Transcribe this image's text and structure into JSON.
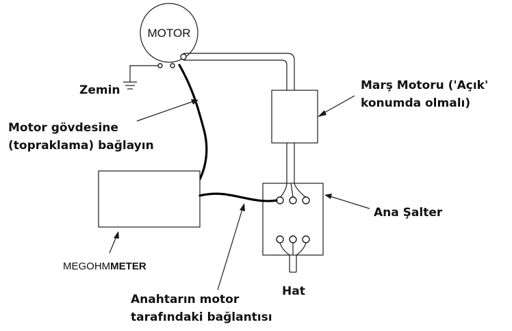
{
  "labels": {
    "motor": "MOTOR",
    "zemin": "Zemin",
    "motor_body_line1": "Motor gövdesine",
    "motor_body_line2": "(topraklama) bağlayın",
    "starter_line1": "Marş Motoru ('Açık'",
    "starter_line2": "konumda olmalı)",
    "main_switch": "Ana Şalter",
    "megohmmeter_light": "MEGOHM",
    "megohmmeter_bold": "METER",
    "line": "Hat",
    "switch_conn_line1": "Anahtarın motor",
    "switch_conn_line2": "tarafındaki bağlantısı"
  }
}
